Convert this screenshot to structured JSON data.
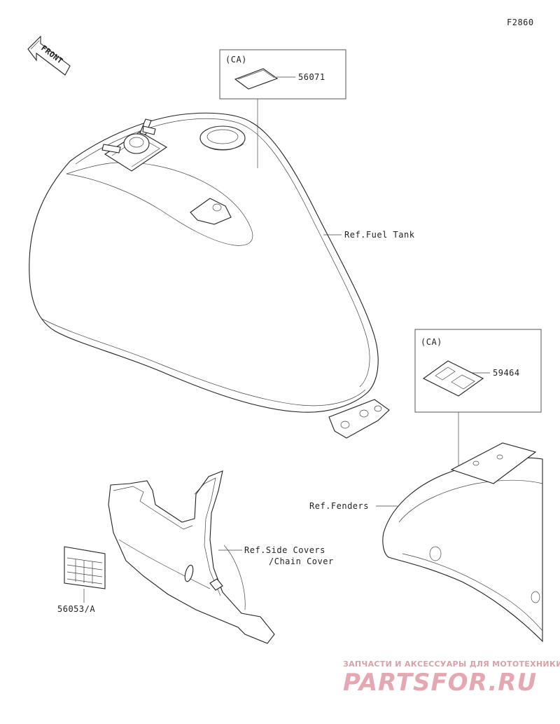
{
  "figure_code": "F2860",
  "front_label": "FRONT",
  "callouts": {
    "ca_tank": "(CA)",
    "part_56071": "56071",
    "fuel_tank": "Ref.Fuel Tank",
    "ca_fender": "(CA)",
    "part_59464": "59464",
    "fenders": "Ref.Fenders",
    "side_covers_1": "Ref.Side Covers",
    "side_covers_2": "/Chain Cover",
    "part_56053": "56053/A"
  },
  "watermark": {
    "tagline": "ЗАПЧАСТИ И АКСЕССУАРЫ ДЛЯ МОТОТЕХНИКИ",
    "brand": "PARTSFOR.RU"
  },
  "colors": {
    "line": "#222222",
    "watermark": "#e4a8b2"
  }
}
